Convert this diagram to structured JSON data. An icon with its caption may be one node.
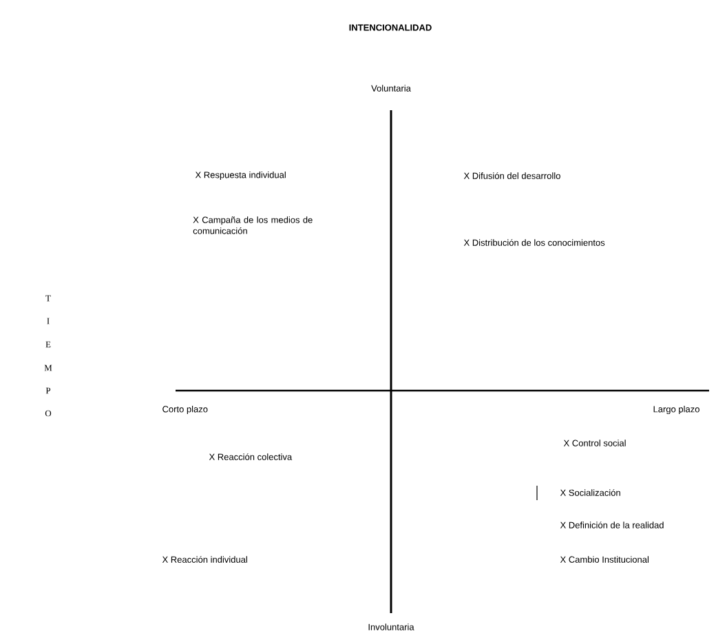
{
  "diagram": {
    "title": "INTENCIONALIDAD",
    "labels": [
      "Voluntaria",
      "X Respuesta individual",
      "X Difusión del desarrollo",
      "T",
      "X Campaña de los medios de comunicación",
      "I",
      "X Distribución de los conocimientos",
      "E",
      "M",
      "P",
      "Corto plazo",
      "Largo plazo",
      "O",
      "X Control social",
      "X Reacción colectiva",
      "X Socialización",
      "X Definición de la realidad",
      "X Reacción individual",
      "X Cambio Institucional",
      "Involuntaria"
    ]
  }
}
